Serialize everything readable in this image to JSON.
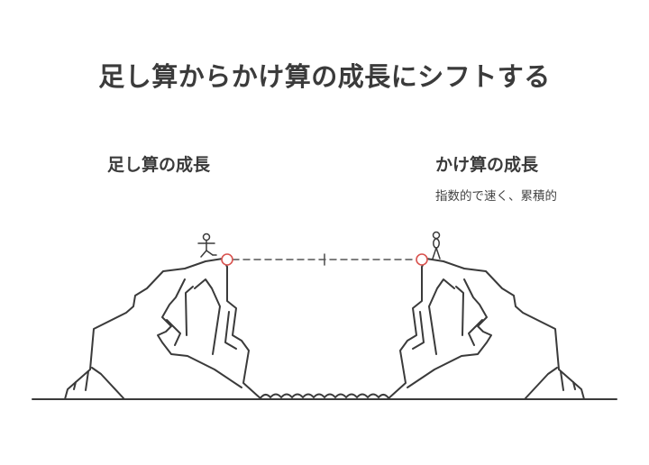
{
  "title": "足し算からかけ算の成長にシフトする",
  "left": {
    "label": "足し算の成長"
  },
  "right": {
    "label": "かけ算の成長",
    "description": "指数的で速く、累積的"
  },
  "colors": {
    "line": "#3a3a3a",
    "accent": "#d9534f",
    "dash": "#555555",
    "background": "#ffffff"
  }
}
